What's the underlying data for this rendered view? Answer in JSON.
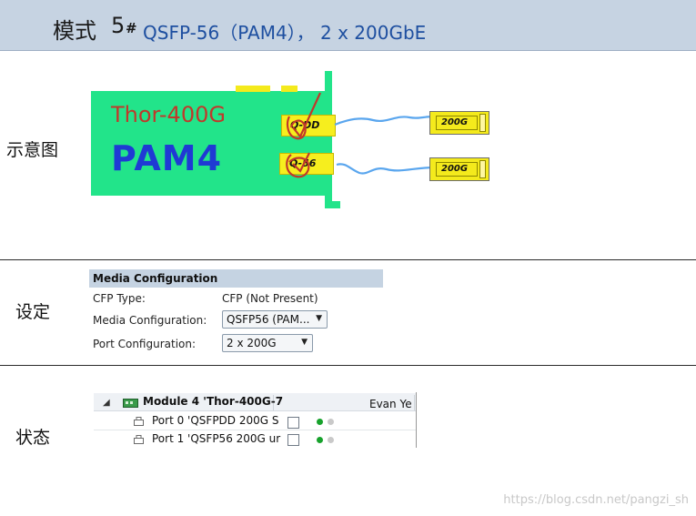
{
  "header": {
    "mode_label": "模式",
    "mode_number": "5",
    "mode_hash": "#",
    "subtitle": "QSFP-56（PAM4）， 2 x 200GbE"
  },
  "sections": {
    "diagram": "示意图",
    "settings": "设定",
    "status": "状态"
  },
  "diagram": {
    "card_name": "Thor-400G",
    "card_modulation": "PAM4",
    "port_top": "Q-DD",
    "port_bottom": "Q-56",
    "module_top": "200G",
    "module_bottom": "200G",
    "colors": {
      "card": "#22e48a",
      "port": "#f6ee1e",
      "cable": "#5aa6ee",
      "mark": "#c0392b"
    }
  },
  "media_config": {
    "title": "Media Configuration",
    "cfp_type_label": "CFP Type:",
    "cfp_type_value": "CFP (Not Present)",
    "media_label": "Media Configuration:",
    "media_value": "QSFP56 (PAM...",
    "port_label": "Port Configuration:",
    "port_value": "2 x 200G"
  },
  "status_tree": {
    "module": "Module 4 'Thor-400G-7",
    "module_user": "Evan Ye",
    "ports": [
      {
        "label": "Port 0 'QSFPDD 200G S"
      },
      {
        "label": "Port 1 'QSFP56 200G ur"
      }
    ]
  },
  "watermark": "https://blog.csdn.net/pangzi_sh"
}
